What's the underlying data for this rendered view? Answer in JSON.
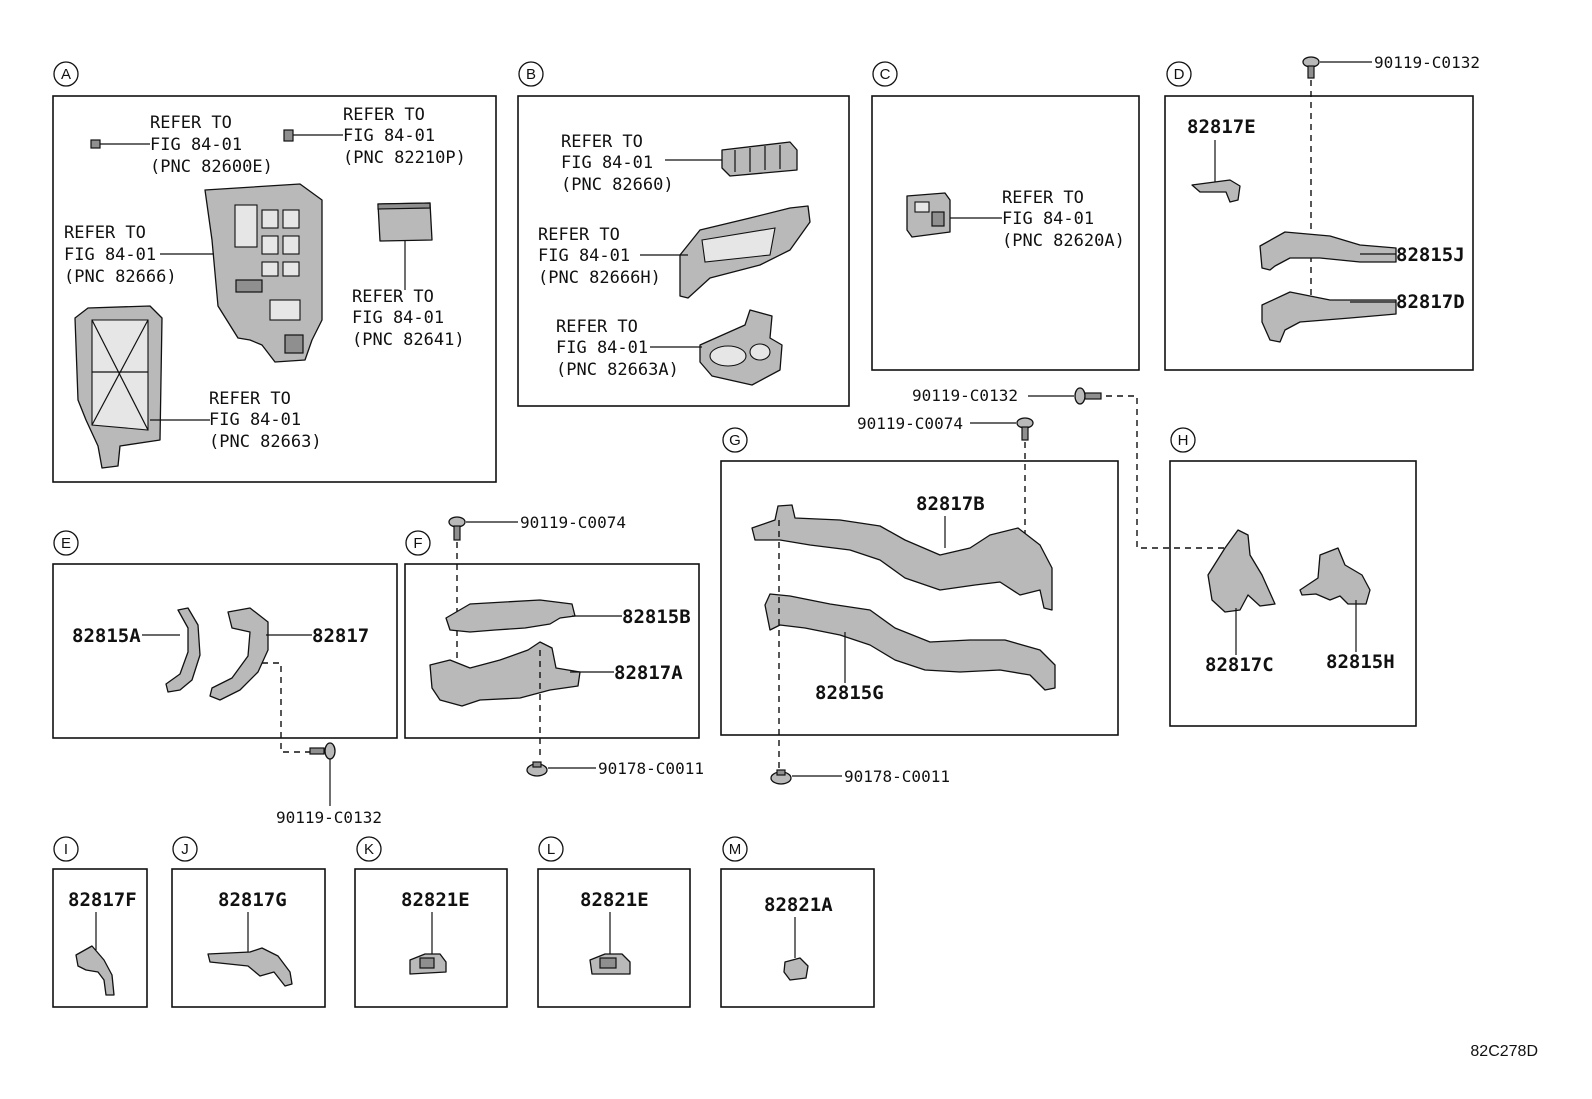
{
  "figure_id": "82C278D",
  "sections": {
    "A": {
      "label": "A"
    },
    "B": {
      "label": "B"
    },
    "C": {
      "label": "C"
    },
    "D": {
      "label": "D"
    },
    "E": {
      "label": "E"
    },
    "F": {
      "label": "F"
    },
    "G": {
      "label": "G"
    },
    "H": {
      "label": "H"
    },
    "I": {
      "label": "I"
    },
    "J": {
      "label": "J"
    },
    "K": {
      "label": "K"
    },
    "L": {
      "label": "L"
    },
    "M": {
      "label": "M"
    }
  },
  "refs": {
    "refer_to": "REFER TO",
    "fig": "FIG 84-01",
    "pnc_82600E": "(PNC 82600E)",
    "pnc_82210P": "(PNC 82210P)",
    "pnc_82666": "(PNC 82666)",
    "pnc_82641": "(PNC 82641)",
    "pnc_82663": "(PNC 82663)",
    "pnc_82660": "(PNC 82660)",
    "pnc_82666H": "(PNC 82666H)",
    "pnc_82663A": "(PNC 82663A)",
    "pnc_82620A": "(PNC 82620A)"
  },
  "parts": {
    "p82817E": "82817E",
    "p82815J": "82815J",
    "p82817D": "82817D",
    "p82815A": "82815A",
    "p82817": "82817",
    "p82815B": "82815B",
    "p82817A": "82817A",
    "p82817B": "82817B",
    "p82815G": "82815G",
    "p82817C": "82817C",
    "p82815H": "82815H",
    "p82817F": "82817F",
    "p82817G": "82817G",
    "p82821E_k": "82821E",
    "p82821E_l": "82821E",
    "p82821A": "82821A"
  },
  "fasteners": {
    "b_d_top": "90119-C0132",
    "b_g_h": "90119-C0132",
    "b_g_top": "90119-C0074",
    "b_f_top": "90119-C0074",
    "b_e_bot": "90119-C0132",
    "c_f_bot": "90178-C0011",
    "c_g_bot": "90178-C0011"
  }
}
